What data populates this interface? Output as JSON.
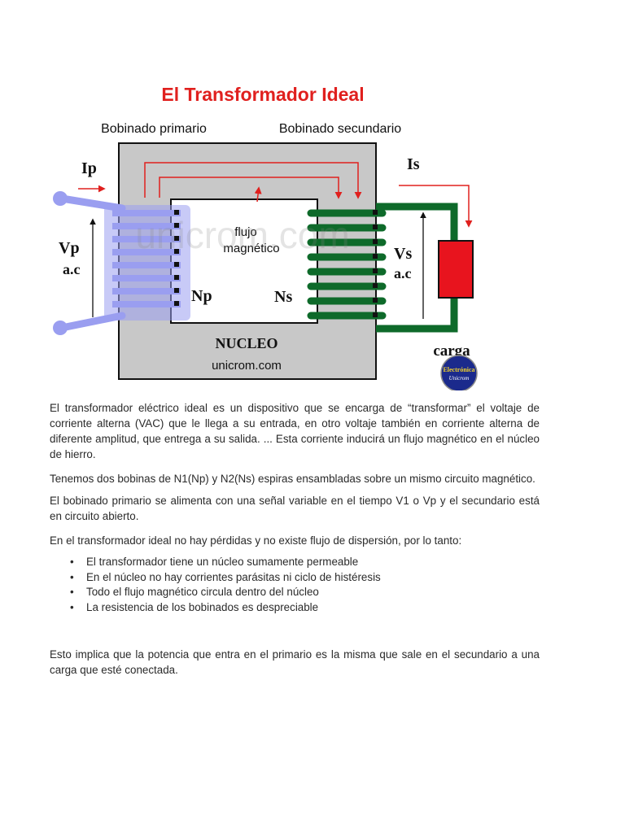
{
  "diagram": {
    "title": "El Transformador Ideal",
    "label_primary_winding": "Bobinado primario",
    "label_secondary_winding": "Bobinado secundario",
    "label_ip": "Ip",
    "label_is": "Is",
    "label_vp": "Vp",
    "label_vp_ac": "a.c",
    "label_vs": "Vs",
    "label_vs_ac": "a.c",
    "label_flux_line1": "flujo",
    "label_flux_line2": "magnético",
    "label_np": "Np",
    "label_ns": "Ns",
    "label_core": "NUCLEO",
    "label_site": "unicrom.com",
    "label_load": "carga",
    "watermark": "unicrom.com",
    "badge_line1": "Electrónica",
    "badge_line2": "Unicrom",
    "colors": {
      "title": "#e0201e",
      "core": "#c8c8c8",
      "primary_coil": "#9a9ef0",
      "secondary_coil": "#0e6a2a",
      "flux_arrow": "#e0201e",
      "load": "#e8141e"
    }
  },
  "paragraphs": {
    "p1": "El transformador eléctrico ideal es un dispositivo que se encarga de “transformar” el voltaje de corriente alterna (VAC) que le llega a su entrada, en otro voltaje también en corriente alterna de diferente amplitud, que entrega a su salida. ... Esta corriente inducirá un flujo magnético en el núcleo de hierro.",
    "p2": "Tenemos dos bobinas de N1(Np) y N2(Ns) espiras ensambladas sobre un mismo circuito magnético.",
    "p3": "El bobinado primario se alimenta con una señal variable en el tiempo V1 o Vp y el secundario está en circuito abierto.",
    "p4": "En el transformador ideal no hay pérdidas y no existe flujo de dispersión, por lo tanto:",
    "p5": "Esto implica que la potencia que entra en el primario es la misma que sale en el secundario a una carga que esté conectada."
  },
  "bullets": [
    "El transformador tiene un núcleo sumamente permeable",
    "En el núcleo no hay corrientes parásitas ni ciclo de histéresis",
    "Todo el flujo magnético circula dentro del núcleo",
    "La resistencia de los bobinados es despreciable"
  ]
}
